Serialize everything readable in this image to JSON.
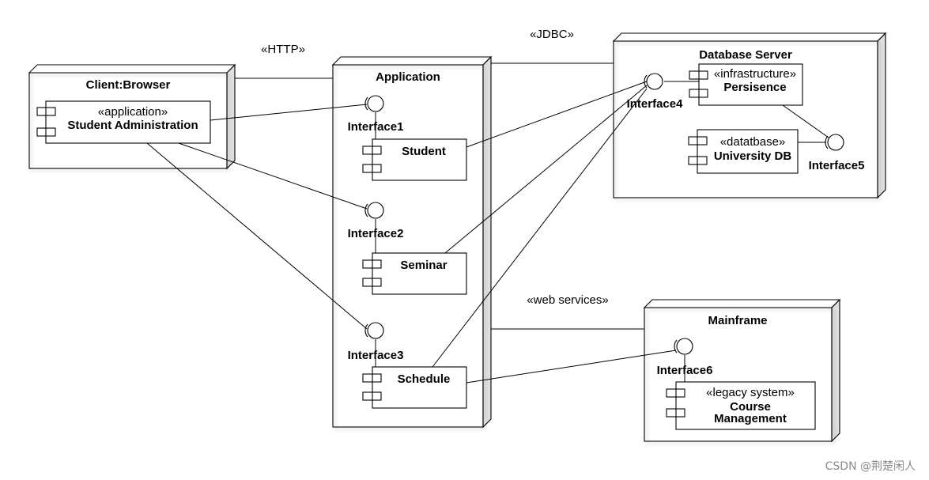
{
  "nodes": {
    "client": {
      "title": "Client:Browser",
      "color": "#9fdcfb"
    },
    "application": {
      "title": "Application",
      "color": "#abc6fb"
    },
    "database": {
      "title": "Database Server",
      "color": "#90f8e4"
    },
    "mainframe": {
      "title": "Mainframe",
      "color": "#d3abfa"
    }
  },
  "components": {
    "student_admin": {
      "stereotype": "«application»",
      "name": "Student Administration"
    },
    "student": {
      "name": "Student"
    },
    "seminar": {
      "name": "Seminar"
    },
    "schedule": {
      "name": "Schedule"
    },
    "persistence": {
      "stereotype": "«infrastructure»",
      "name": "Persisence"
    },
    "university_db": {
      "stereotype": "«datatbase»",
      "name": "University DB"
    },
    "course_mgmt": {
      "stereotype": "«legacy system»",
      "name_line1": "Course",
      "name_line2": "Management"
    }
  },
  "interfaces": {
    "i1": "Interface1",
    "i2": "Interface2",
    "i3": "Interface3",
    "i4": "Interface4",
    "i5": "Interface5",
    "i6": "Interface6"
  },
  "connectors": {
    "http": "«HTTP»",
    "jdbc": "«JDBC»",
    "web_services": "«web services»"
  },
  "watermark": "CSDN @荆楚闲人"
}
